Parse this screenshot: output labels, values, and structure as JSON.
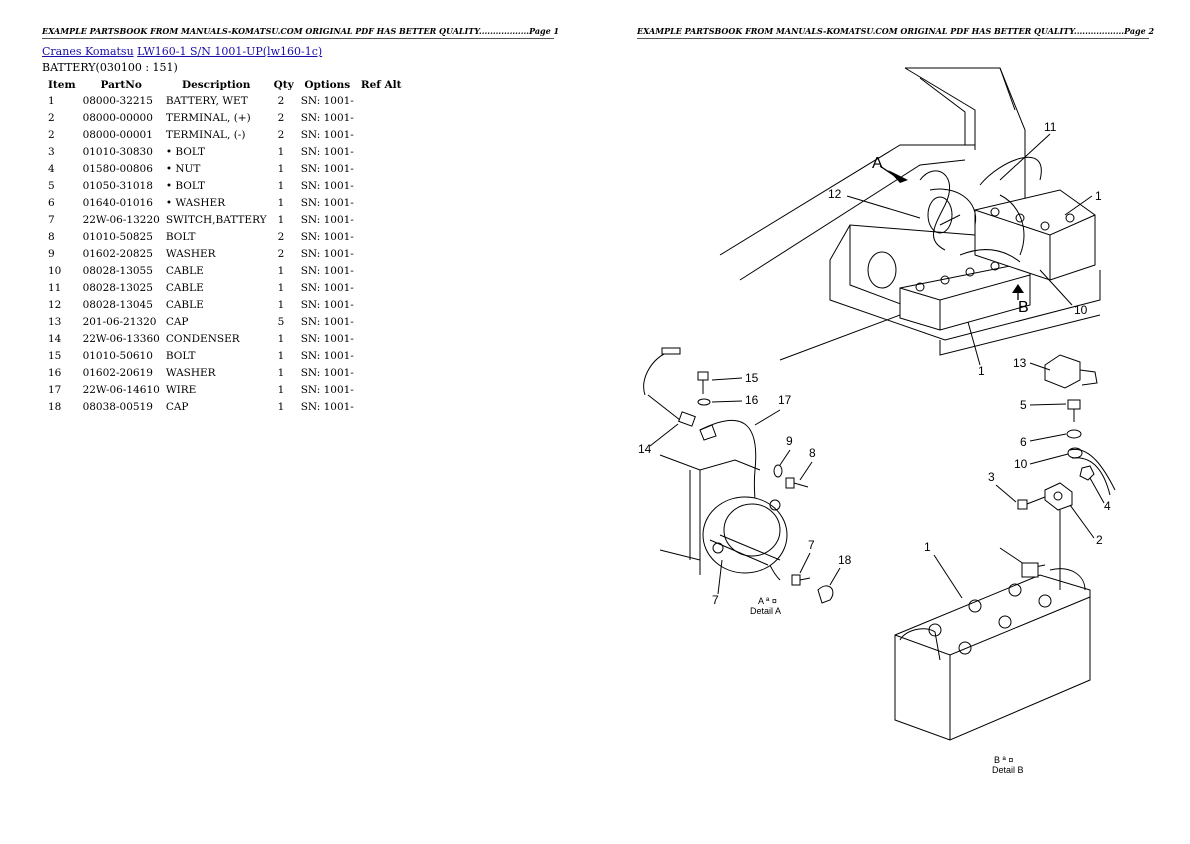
{
  "headers": {
    "page1": "EXAMPLE PARTSBOOK FROM MANUALS-KOMATSU.COM ORIGINAL PDF HAS BETTER QUALITY..................Page 1",
    "page2": "EXAMPLE PARTSBOOK FROM MANUALS-KOMATSU.COM ORIGINAL PDF HAS BETTER QUALITY..................Page 2"
  },
  "breadcrumb": {
    "link1": "Cranes Komatsu",
    "link2": "LW160-1 S/N 1001-UP(lw160-1c)"
  },
  "section_title": "BATTERY(030100 : 151)",
  "table": {
    "columns": [
      "Item",
      "PartNo",
      "Description",
      "Qty",
      "Options",
      "Ref Alt"
    ],
    "rows": [
      [
        "1",
        "08000-32215",
        "BATTERY, WET",
        "2",
        "SN: 1001-",
        ""
      ],
      [
        "2",
        "08000-00000",
        "TERMINAL, (+)",
        "2",
        "SN: 1001-",
        ""
      ],
      [
        "2",
        "08000-00001",
        "TERMINAL, (-)",
        "2",
        "SN: 1001-",
        ""
      ],
      [
        "3",
        "01010-30830",
        "• BOLT",
        "1",
        "SN: 1001-",
        ""
      ],
      [
        "4",
        "01580-00806",
        "• NUT",
        "1",
        "SN: 1001-",
        ""
      ],
      [
        "5",
        "01050-31018",
        "• BOLT",
        "1",
        "SN: 1001-",
        ""
      ],
      [
        "6",
        "01640-01016",
        "• WASHER",
        "1",
        "SN: 1001-",
        ""
      ],
      [
        "7",
        "22W-06-13220",
        "SWITCH,BATTERY",
        "1",
        "SN: 1001-",
        ""
      ],
      [
        "8",
        "01010-50825",
        "BOLT",
        "2",
        "SN: 1001-",
        ""
      ],
      [
        "9",
        "01602-20825",
        "WASHER",
        "2",
        "SN: 1001-",
        ""
      ],
      [
        "10",
        "08028-13055",
        "CABLE",
        "1",
        "SN: 1001-",
        ""
      ],
      [
        "11",
        "08028-13025",
        "CABLE",
        "1",
        "SN: 1001-",
        ""
      ],
      [
        "12",
        "08028-13045",
        "CABLE",
        "1",
        "SN: 1001-",
        ""
      ],
      [
        "13",
        "201-06-21320",
        "CAP",
        "5",
        "SN: 1001-",
        ""
      ],
      [
        "14",
        "22W-06-13360",
        "CONDENSER",
        "1",
        "SN: 1001-",
        ""
      ],
      [
        "15",
        "01010-50610",
        "BOLT",
        "1",
        "SN: 1001-",
        ""
      ],
      [
        "16",
        "01602-20619",
        "WASHER",
        "1",
        "SN: 1001-",
        ""
      ],
      [
        "17",
        "22W-06-14610",
        "WIRE",
        "1",
        "SN: 1001-",
        ""
      ],
      [
        "18",
        "08038-00519",
        "CAP",
        "1",
        "SN: 1001-",
        ""
      ]
    ]
  },
  "diagram": {
    "callouts": {
      "n1": "1",
      "n1b": "1",
      "n1c": "1",
      "n2": "2",
      "n3": "3",
      "n4": "4",
      "n5": "5",
      "n6": "6",
      "n7": "7",
      "n7b": "7",
      "n8": "8",
      "n9": "9",
      "n10": "10",
      "n10b": "10",
      "n11": "11",
      "n12": "12",
      "n13": "13",
      "n14": "14",
      "n15": "15",
      "n16": "16",
      "n17": "17",
      "n18": "18",
      "viewA": "A",
      "viewB": "B"
    },
    "detail_a_code": "A  ª  ¤",
    "detail_a": "Detail  A",
    "detail_b_code": "B  ª  ¤",
    "detail_b": "Detail  B"
  }
}
